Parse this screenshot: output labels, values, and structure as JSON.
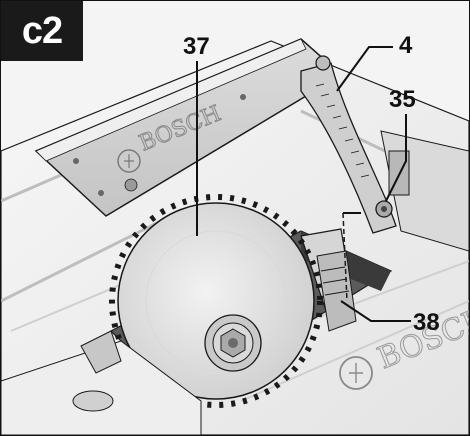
{
  "figure": {
    "label": "c2",
    "brand_marks": [
      "BOSCH",
      "BOSCH"
    ],
    "callouts": [
      {
        "id": "37",
        "text": "37"
      },
      {
        "id": "4",
        "text": "4"
      },
      {
        "id": "35",
        "text": "35"
      },
      {
        "id": "38",
        "text": "38"
      }
    ]
  },
  "colors": {
    "line": "#1a1a1a",
    "metal": "#e2e2e2",
    "shadow": "#9a9a9a",
    "badge": "#1a1a1a"
  },
  "icons": [
    "bosch-logo-icon",
    "saw-blade-icon",
    "arbor-nut-icon",
    "angle-scale-icon"
  ]
}
